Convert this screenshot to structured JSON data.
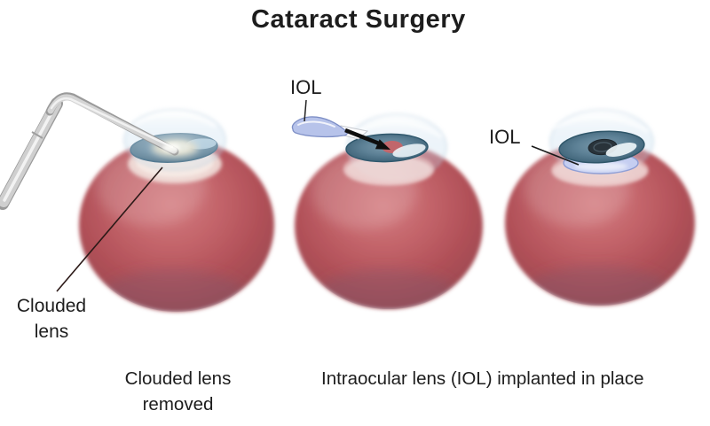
{
  "figure": {
    "title": "Cataract Surgery",
    "annotations": {
      "left_eye_label": "Clouded lens",
      "middle_eye_label": "IOL",
      "right_eye_label": "IOL"
    },
    "captions": {
      "left": "Clouded lens removed",
      "right": "Intraocular lens (IOL) implanted in place"
    },
    "colors": {
      "background": "#ffffff",
      "text": "#1d1d1d",
      "sclera_red": "#bb5c62",
      "iris_blue": "#5d8196",
      "iol_lavender": "#b7c3ea",
      "instrument_gray": "#cfcfcf",
      "arrow_black": "#0e0e0e"
    }
  }
}
